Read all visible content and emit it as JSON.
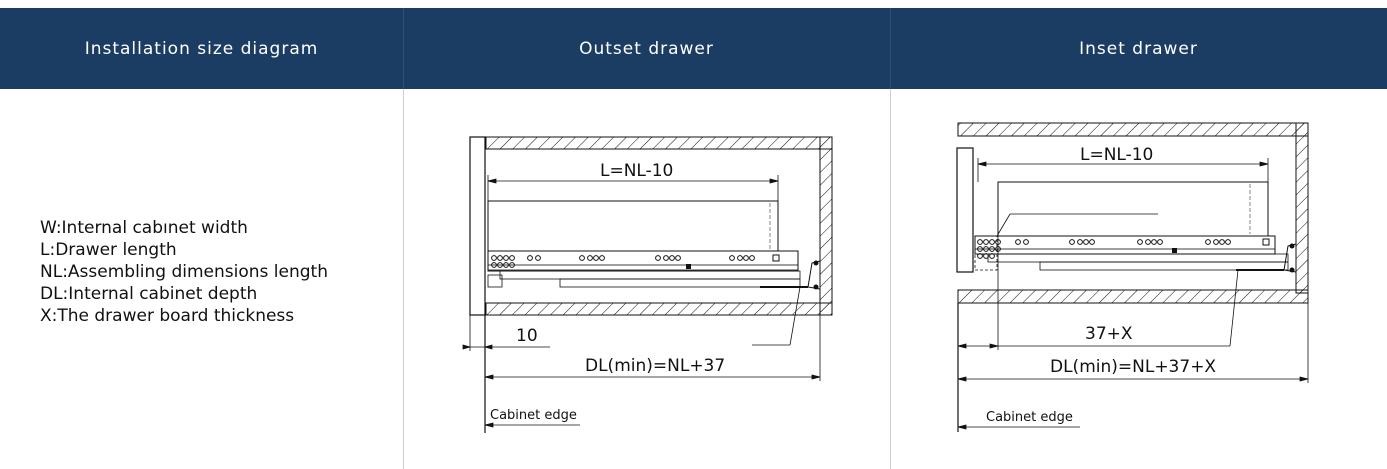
{
  "header": {
    "col1": "Installation size diagram",
    "col2": "Outset drawer",
    "col3": "Inset drawer",
    "bg_color": "#1c3d63"
  },
  "legend": [
    "W:Internal cabınet width",
    "L:Drawer length",
    "NL:Assembling dimensions  length",
    "DL:Internal cabinet depth",
    "X:The drawer board thickness"
  ],
  "outset": {
    "length_label": "L=NL-10",
    "offset_label": "10",
    "depth_label": "DL(min)=NL+37",
    "edge_label": "Cabinet edge"
  },
  "inset": {
    "length_label": "L=NL-10",
    "offset_label": "37+X",
    "depth_label": "DL(min)=NL+37+X",
    "edge_label": "Cabinet edge"
  }
}
